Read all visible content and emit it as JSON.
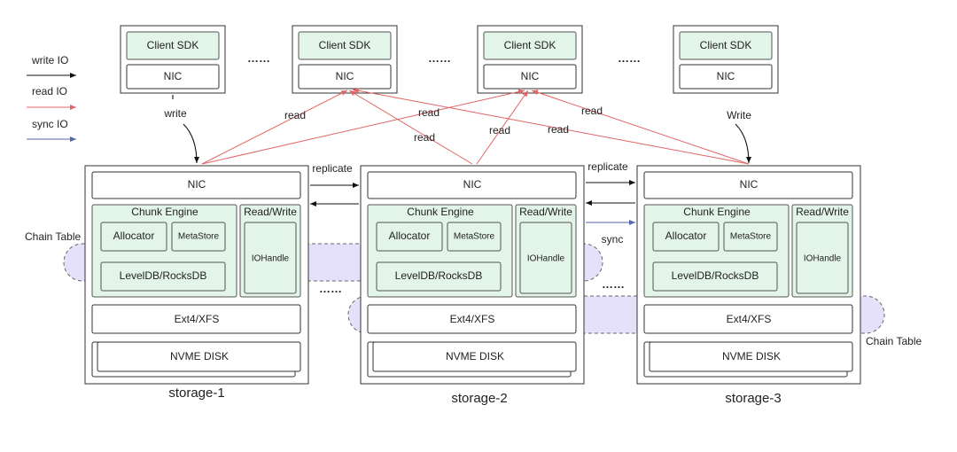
{
  "legend": {
    "write_io": "write IO",
    "read_io": "read IO",
    "sync_io": "sync IO",
    "colors": {
      "write": "#111111",
      "read": "#e06666",
      "sync": "#5566aa"
    }
  },
  "clients": [
    {
      "sdk": "Client SDK",
      "nic": "NIC"
    },
    {
      "sdk": "Client SDK",
      "nic": "NIC"
    },
    {
      "sdk": "Client SDK",
      "nic": "NIC"
    },
    {
      "sdk": "Client SDK",
      "nic": "NIC"
    }
  ],
  "ellipsis": "……",
  "storages": [
    {
      "name": "storage-1"
    },
    {
      "name": "storage-2"
    },
    {
      "name": "storage-3"
    }
  ],
  "node": {
    "nic": "NIC",
    "chunk_engine": "Chunk Engine",
    "allocator": "Allocator",
    "metastore": "MetaStore",
    "db": "LevelDB/RocksDB",
    "read_write": "Read/Write",
    "iohandle": "IOHandle",
    "fs": "Ext4/XFS",
    "disk": "NVME DISK"
  },
  "arrow_labels": {
    "write": "write",
    "write_cap": "Write",
    "read": "read",
    "replicate": "replicate",
    "sync": "sync"
  },
  "chain_table": "Chain Table",
  "band_colors": {
    "fill": "#e6e1fb"
  },
  "component_fill": "#e3f4e8"
}
